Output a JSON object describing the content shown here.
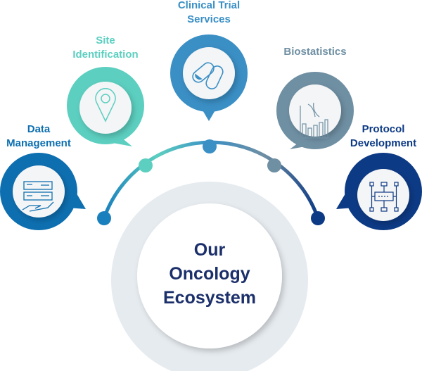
{
  "center": {
    "lines": [
      "Our",
      "Oncology",
      "Ecosystem"
    ]
  },
  "nodes": [
    {
      "label_lines": [
        "Data",
        "Management"
      ],
      "icon": "server-hand-icon",
      "color": "#0e6fb0"
    },
    {
      "label_lines": [
        "Site",
        "Identification"
      ],
      "icon": "location-pin-icon",
      "color": "#5ccfc0"
    },
    {
      "label_lines": [
        "Clinical Trial",
        "Services"
      ],
      "icon": "pills-icon",
      "color": "#3a8fc5"
    },
    {
      "label_lines": [
        "Biostatistics"
      ],
      "icon": "dna-bar-chart-icon",
      "color": "#6f8fa3"
    },
    {
      "label_lines": [
        "Protocol",
        "Development"
      ],
      "icon": "flowchart-icon",
      "color": "#0d3a85"
    }
  ]
}
